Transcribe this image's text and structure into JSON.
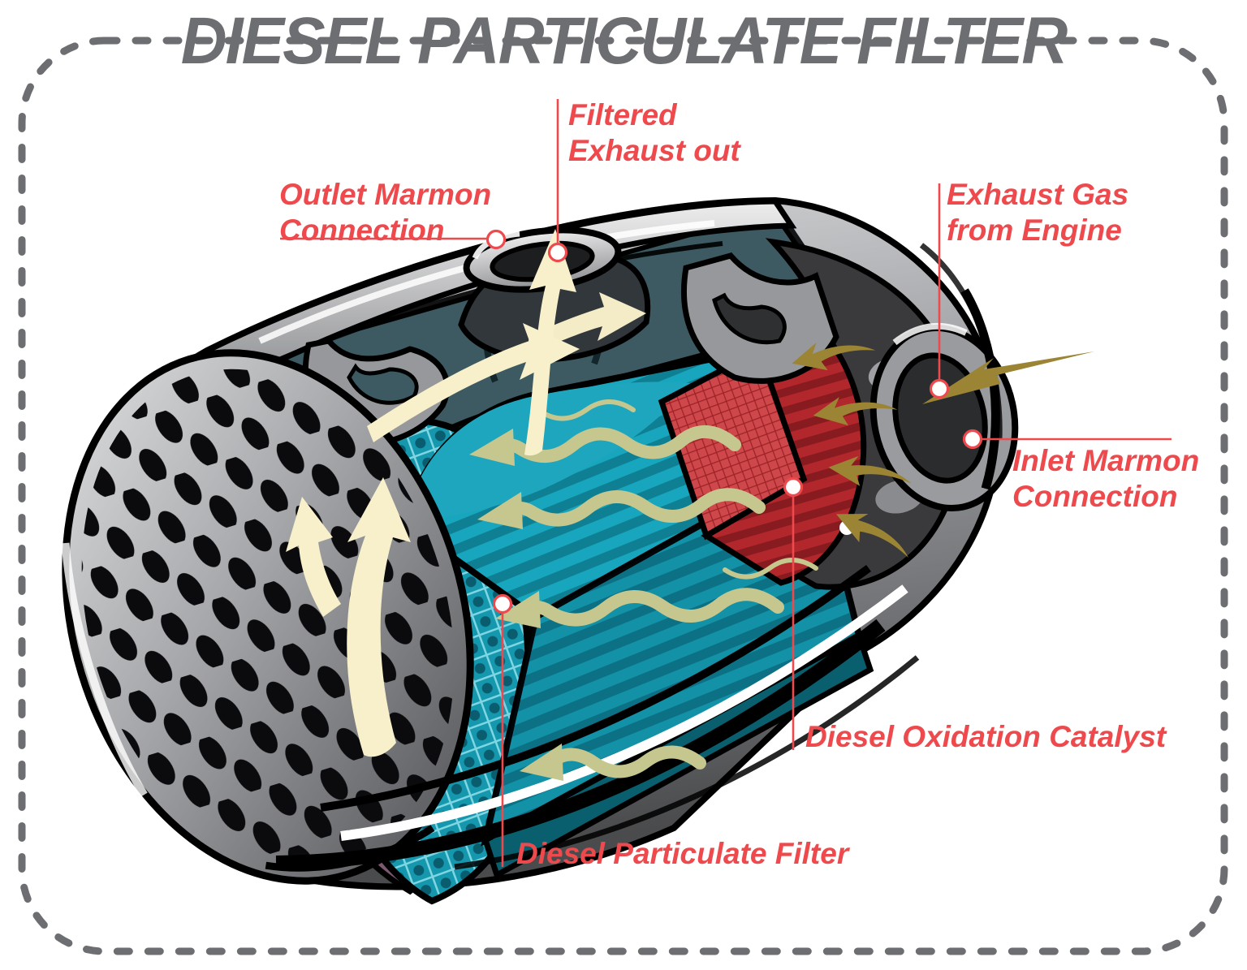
{
  "title": "DIESEL PARTICULATE FILTER",
  "labels": {
    "filtered_exhaust": {
      "lines": [
        "Filtered",
        "Exhaust out"
      ]
    },
    "outlet_marmon": {
      "lines": [
        "Outlet Marmon",
        "Connection"
      ]
    },
    "exhaust_gas": {
      "lines": [
        "Exhaust Gas",
        "from Engine"
      ]
    },
    "inlet_marmon": {
      "lines": [
        "Inlet Marmon",
        "Connection"
      ]
    },
    "diesel_oxidation_catalyst": {
      "lines": [
        "Diesel Oxidation Catalyst"
      ]
    },
    "diesel_particulate_filter": {
      "lines": [
        "Diesel Particulate Filter"
      ]
    }
  },
  "colors": {
    "title_gray": "#6d6e71",
    "label_red": "#ee4a4d",
    "border_gray": "#6d6e71",
    "filter_teal": "#14a2b9",
    "filter_teal_dark": "#0e7e92",
    "mesh_teal": "#1598ae",
    "catalyst_red": "#b2272c",
    "catalyst_face_red": "#ce474b",
    "exhaust_gold": "#9b8534",
    "clean_air_cream": "#f7f0ca",
    "wave_khaki": "#c6c78f",
    "chamber_slate": "#3d5a62",
    "inner_purple": "#7b5a71",
    "inner_olive": "#6e5f41",
    "seal_green": "#8fbc8f"
  }
}
